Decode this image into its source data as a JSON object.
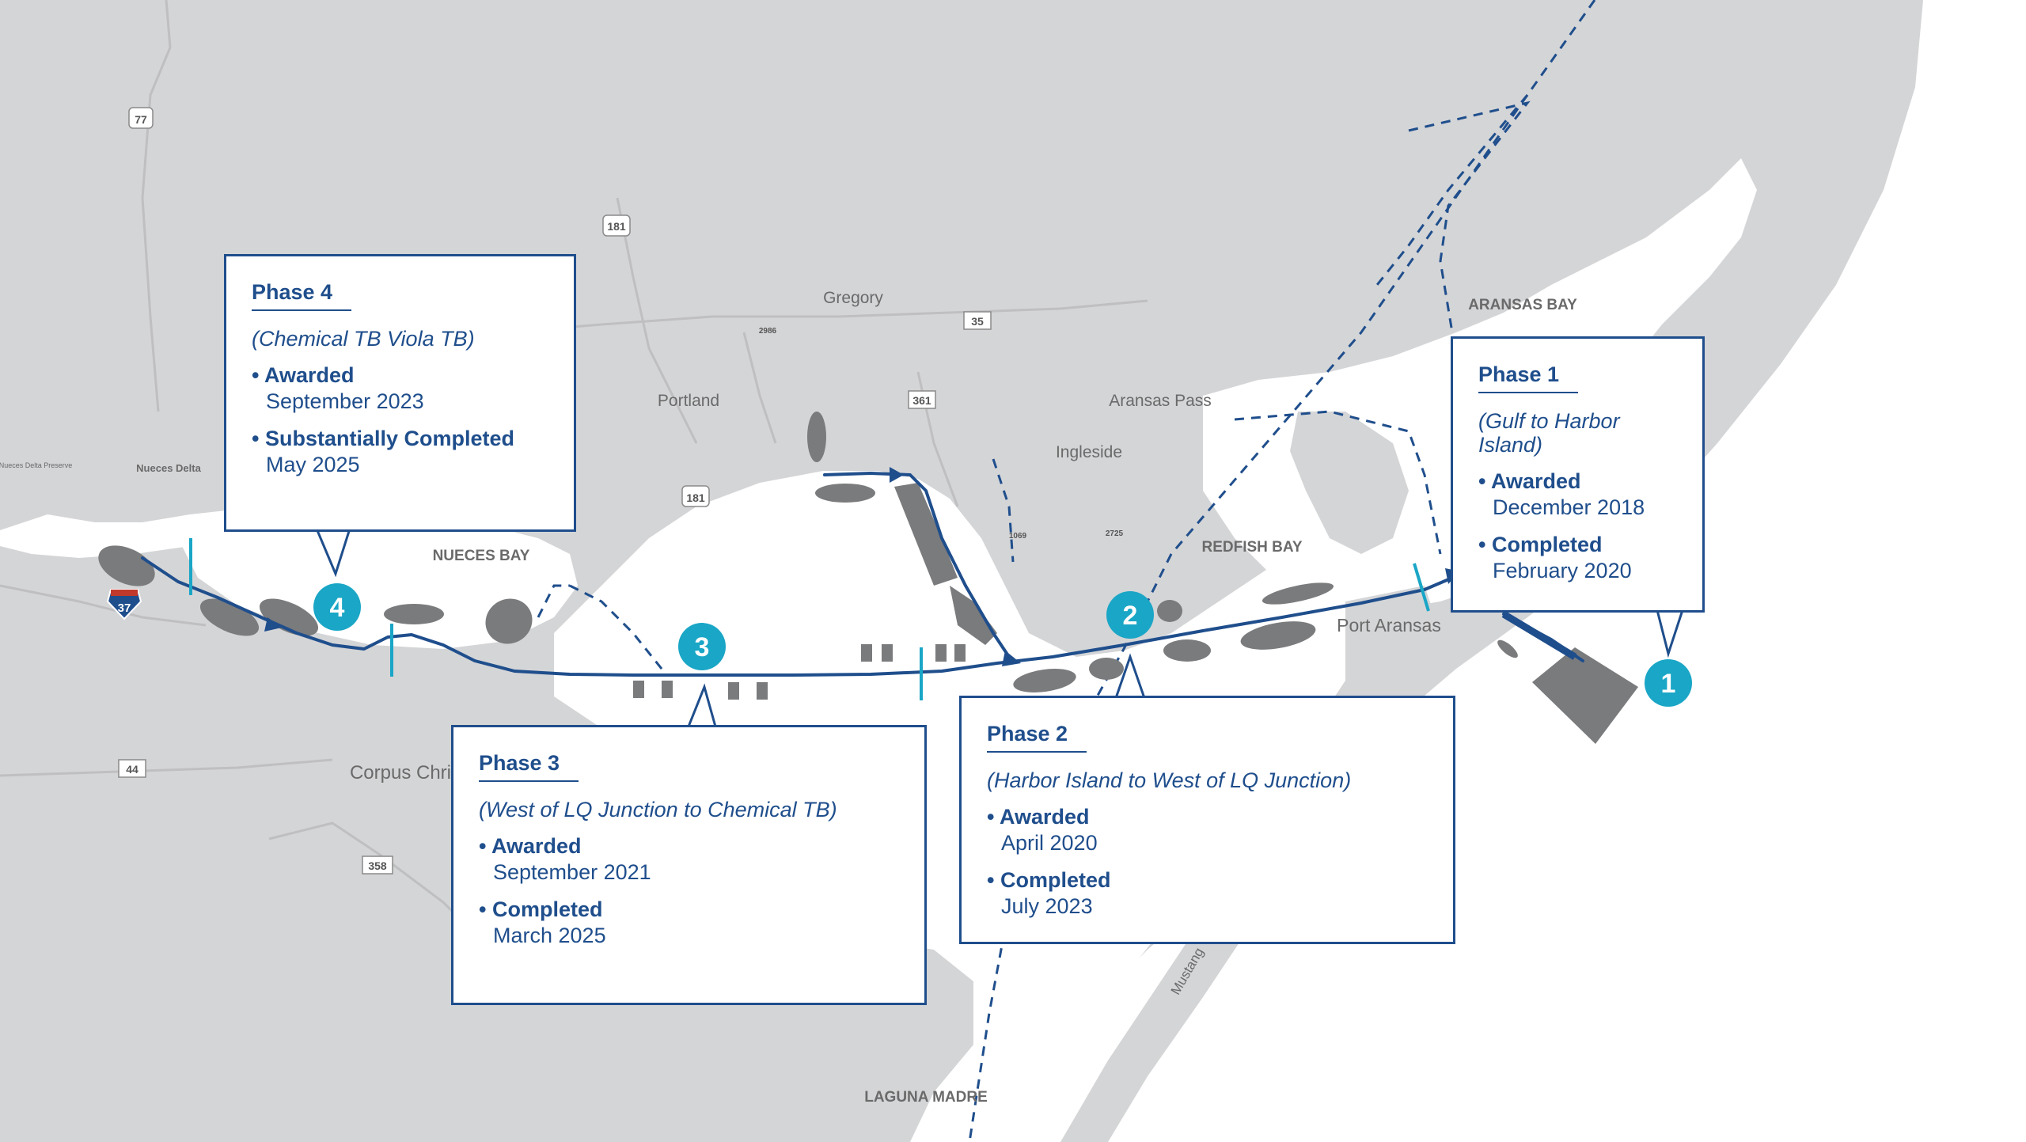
{
  "colors": {
    "land": "#d4d5d7",
    "water": "#ffffff",
    "channel": "#1f4e8c",
    "accent": "#1aa6c6",
    "placement": "#7a7b7d"
  },
  "places": {
    "gregory": "Gregory",
    "portland": "Portland",
    "aransas_pass": "Aransas Pass",
    "ingleside": "Ingleside",
    "redfish_bay": "REDFISH BAY",
    "nueces_bay": "NUECES BAY",
    "nueces_delta": "Nueces Delta",
    "nueces_delta_preserve": "Nueces Delta Preserve",
    "corpus_christi": "Corpus Christi",
    "port_aransas": "Port Aransas",
    "aransas_bay": "ARANSAS BAY",
    "laguna_madre": "LAGUNA MADRE",
    "mustang": "Mustang"
  },
  "shields": {
    "us77": "77",
    "us181_north": "181",
    "us181_south": "181",
    "tx35": "35",
    "tx361": "361",
    "tx44": "44",
    "tx358": "358",
    "fm2986": "2986",
    "fm1069": "1069",
    "fm2725": "2725",
    "i37": "37"
  },
  "badges": {
    "p1": "1",
    "p2": "2",
    "p3": "3",
    "p4": "4"
  },
  "phases": [
    {
      "id": "phase4",
      "title": "Phase 4",
      "subtitle": "(Chemical TB Viola TB)",
      "items": [
        {
          "label": "Awarded",
          "date": "September 2023"
        },
        {
          "label": "Substantially Completed",
          "date": "May 2025"
        }
      ]
    },
    {
      "id": "phase1",
      "title": "Phase 1",
      "subtitle": "(Gulf to Harbor Island)",
      "items": [
        {
          "label": "Awarded",
          "date": "December 2018"
        },
        {
          "label": "Completed",
          "date": "February 2020"
        }
      ]
    },
    {
      "id": "phase3",
      "title": "Phase 3",
      "subtitle": "(West of LQ Junction to Chemical TB)",
      "items": [
        {
          "label": "Awarded",
          "date": "September 2021"
        },
        {
          "label": "Completed",
          "date": "March 2025"
        }
      ]
    },
    {
      "id": "phase2",
      "title": "Phase 2",
      "subtitle": "(Harbor Island to West of LQ Junction)",
      "items": [
        {
          "label": "Awarded",
          "date": "April 2020"
        },
        {
          "label": "Completed",
          "date": "July 2023"
        }
      ]
    }
  ]
}
